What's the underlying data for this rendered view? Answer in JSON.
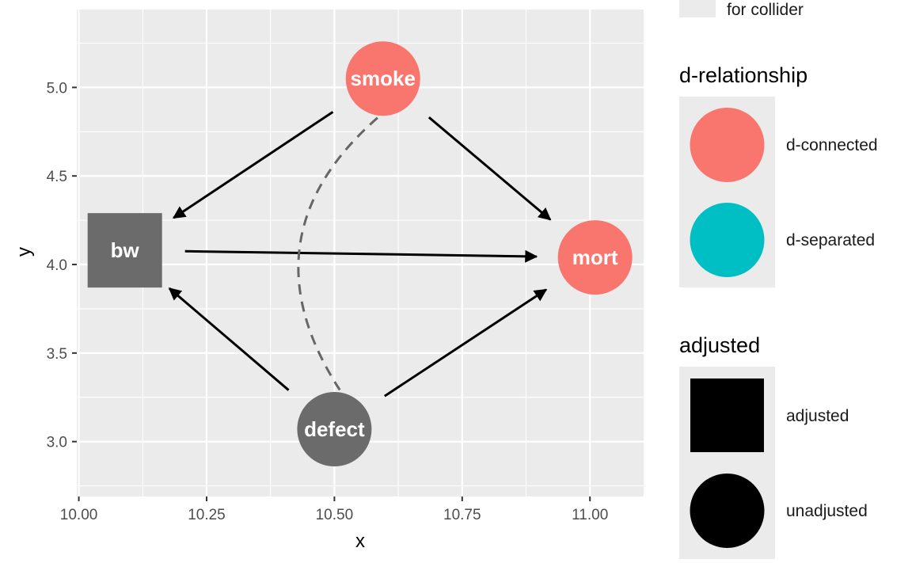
{
  "chart_data": {
    "type": "dag",
    "xlabel": "x",
    "ylabel": "y",
    "xlim": [
      9.996,
      11.105
    ],
    "ylim": [
      2.69,
      5.44
    ],
    "x_ticks": [
      {
        "value": 10.0,
        "label": "10.00"
      },
      {
        "value": 10.25,
        "label": "10.25"
      },
      {
        "value": 10.5,
        "label": "10.50"
      },
      {
        "value": 10.75,
        "label": "10.75"
      },
      {
        "value": 11.0,
        "label": "11.00"
      }
    ],
    "y_ticks": [
      {
        "value": 3.0,
        "label": "3.0"
      },
      {
        "value": 3.5,
        "label": "3.5"
      },
      {
        "value": 4.0,
        "label": "4.0"
      },
      {
        "value": 4.5,
        "label": "4.5"
      },
      {
        "value": 5.0,
        "label": "5.0"
      }
    ],
    "grid": true,
    "nodes": [
      {
        "name": "smoke",
        "x": 10.595,
        "y": 5.05,
        "d_relationship": "d-connected",
        "adjusted": "unadjusted"
      },
      {
        "name": "bw",
        "x": 10.09,
        "y": 4.08,
        "d_relationship": null,
        "adjusted": "adjusted"
      },
      {
        "name": "mort",
        "x": 11.01,
        "y": 4.04,
        "d_relationship": "d-connected",
        "adjusted": "unadjusted"
      },
      {
        "name": "defect",
        "x": 10.5,
        "y": 3.07,
        "d_relationship": null,
        "adjusted": "unadjusted"
      }
    ],
    "edges": [
      {
        "from": "smoke",
        "to": "bw",
        "type": "directed"
      },
      {
        "from": "smoke",
        "to": "mort",
        "type": "directed"
      },
      {
        "from": "bw",
        "to": "mort",
        "type": "directed"
      },
      {
        "from": "defect",
        "to": "bw",
        "type": "directed"
      },
      {
        "from": "defect",
        "to": "mort",
        "type": "directed"
      },
      {
        "from": "smoke",
        "to": "defect",
        "type": "collider-association",
        "style": "dashed"
      }
    ]
  },
  "colors": {
    "panel_bg": "#ebebeb",
    "grid": "#ffffff",
    "d_connected": "#f8766d",
    "d_separated": "#00bfc4",
    "adjusted_node": "#000000",
    "unadjusted_node": "#000000",
    "neutral_node": "#6b6b6b",
    "dashed_edge": "#666666",
    "edge": "#000000"
  },
  "legend": {
    "collider_key": {
      "label": "for collider"
    },
    "d_relationship": {
      "title": "d-relationship",
      "items": [
        {
          "label": "d-connected",
          "color": "#f8766d"
        },
        {
          "label": "d-separated",
          "color": "#00bfc4"
        }
      ]
    },
    "adjusted": {
      "title": "adjusted",
      "items": [
        {
          "label": "adjusted",
          "shape": "square"
        },
        {
          "label": "unadjusted",
          "shape": "circle"
        }
      ]
    }
  }
}
